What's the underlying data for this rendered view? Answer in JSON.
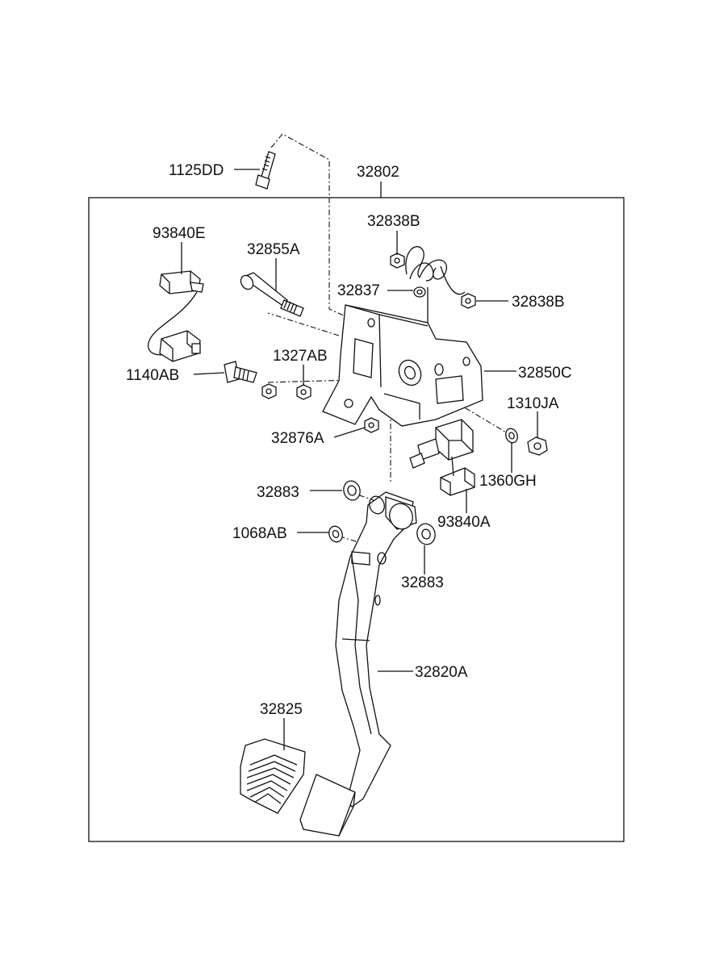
{
  "diagram": {
    "assembly_label": "32802",
    "callouts": [
      {
        "id": "1125DD",
        "text": "1125DD"
      },
      {
        "id": "93840E",
        "text": "93840E"
      },
      {
        "id": "32855A",
        "text": "32855A"
      },
      {
        "id": "32838B_top",
        "text": "32838B"
      },
      {
        "id": "32837",
        "text": "32837"
      },
      {
        "id": "32838B_right",
        "text": "32838B"
      },
      {
        "id": "1327AB",
        "text": "1327AB"
      },
      {
        "id": "1140AB",
        "text": "1140AB"
      },
      {
        "id": "32850C",
        "text": "32850C"
      },
      {
        "id": "1310JA",
        "text": "1310JA"
      },
      {
        "id": "32876A",
        "text": "32876A"
      },
      {
        "id": "1360GH",
        "text": "1360GH"
      },
      {
        "id": "32883_left",
        "text": "32883"
      },
      {
        "id": "93840A",
        "text": "93840A"
      },
      {
        "id": "1068AB",
        "text": "1068AB"
      },
      {
        "id": "32883_right",
        "text": "32883"
      },
      {
        "id": "32820A",
        "text": "32820A"
      },
      {
        "id": "32825",
        "text": "32825"
      }
    ]
  }
}
